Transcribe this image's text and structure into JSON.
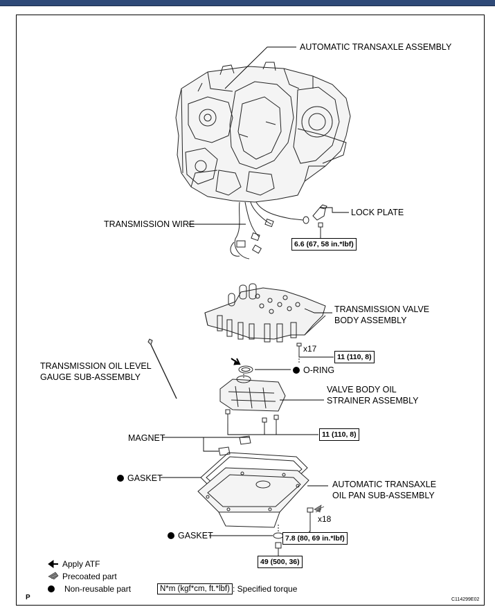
{
  "labels": {
    "transaxle": "AUTOMATIC TRANSAXLE ASSEMBLY",
    "lock_plate": "LOCK PLATE",
    "transmission_wire": "TRANSMISSION WIRE",
    "valve_body_line1": "TRANSMISSION VALVE",
    "valve_body_line2": "BODY ASSEMBLY",
    "gauge_line1": "TRANSMISSION OIL LEVEL",
    "gauge_line2": "GAUGE SUB-ASSEMBLY",
    "o_ring": "O-RING",
    "strainer_line1": "VALVE BODY OIL",
    "strainer_line2": "STRAINER ASSEMBLY",
    "magnet": "MAGNET",
    "gasket_upper": "GASKET",
    "oil_pan_line1": "AUTOMATIC TRANSAXLE",
    "oil_pan_line2": "OIL PAN SUB-ASSEMBLY",
    "gasket_lower": "GASKET"
  },
  "quantities": {
    "valve_body_bolts": "x17",
    "oil_pan_bolts": "x18"
  },
  "torques": {
    "lock_plate": "6.6 (67, 58 in.*lbf)",
    "valve_body": "11 (110, 8)",
    "strainer": "11 (110, 8)",
    "oil_pan": "7.8 (80, 69 in.*lbf)",
    "drain_plug": "49 (500, 36)"
  },
  "legend": {
    "apply_atf": "Apply ATF",
    "precoated": "Precoated part",
    "non_reusable": "Non-reusable part",
    "torque_unit": "N*m (kgf*cm, ft.*lbf)",
    "torque_desc": ": Specified torque"
  },
  "corner_letter": "P",
  "figure_id": "C114299E02"
}
